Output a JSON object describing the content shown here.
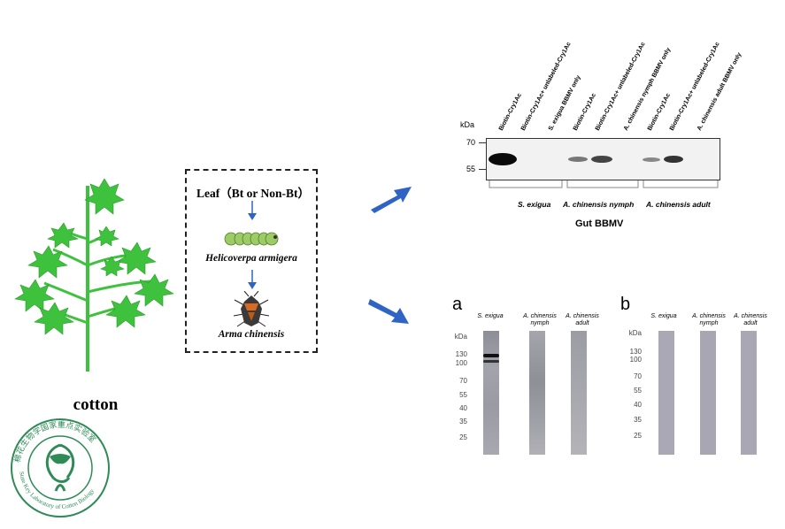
{
  "plant": {
    "label": "cotton",
    "logo_text": "棉花生物学国家重点实验室",
    "logo_text_en": "State Key Laboratory of Cotton Biology"
  },
  "flow": {
    "leaf_label": "Leaf（Bt or Non-Bt）",
    "larva_label": "Helicoverpa armigera",
    "bug_label": "Arma chinensis"
  },
  "western": {
    "unit": "kDa",
    "markers": [
      "70",
      "55"
    ],
    "lanes": [
      "Biotin-Cry1Ac",
      "Biotin-Cry1Ac+ unlabeled-Cry1Ac",
      "S. exigua BBMV only",
      "Biotin-Cry1Ac",
      "Biotin-Cry1Ac+ unlabeled-Cry1Ac",
      "A. chinensis nymph BBMV only",
      "Biotin-Cry1Ac",
      "Biotin-Cry1Ac+ unlabeled-Cry1Ac",
      "A. chinensis adult BBMV only"
    ],
    "groups": [
      "S. exigua",
      "A. chinensis nymph",
      "A. chinensis adult"
    ],
    "footer": "Gut BBMV"
  },
  "panel_a": {
    "letter": "a",
    "unit": "kDa",
    "markers": [
      "130",
      "100",
      "70",
      "55",
      "40",
      "35",
      "25"
    ],
    "strips": [
      "S. exigua",
      "A. chinensis nymph",
      "A. chinensis adult"
    ]
  },
  "panel_b": {
    "letter": "b",
    "unit": "kDa",
    "markers": [
      "130",
      "100",
      "70",
      "55",
      "40",
      "35",
      "25"
    ],
    "strips": [
      "S. exigua",
      "A. chinensis nymph",
      "A. chinensis adult"
    ]
  },
  "colors": {
    "plant": "#3ec23e",
    "arrow": "#2f63c4",
    "box_border": "#222222"
  }
}
